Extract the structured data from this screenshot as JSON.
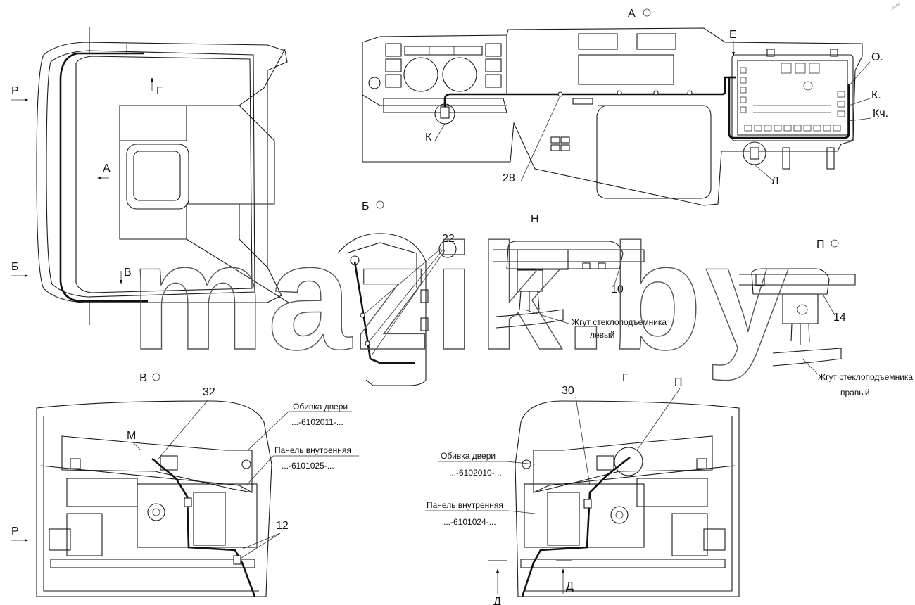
{
  "watermark": "mazik.by",
  "corner_mark": "M  Mid",
  "views": {
    "top": {
      "labels": {
        "p": "Р",
        "g": "Г",
        "a": "А",
        "b": "Б",
        "v": "В"
      }
    },
    "view_a": {
      "title": "А",
      "labels": {
        "e": "Е",
        "o": "О.",
        "k": "К",
        "k_dot": "К.",
        "kch": "Кч.",
        "l": "Л",
        "n28": "28"
      }
    },
    "view_b": {
      "title": "Б",
      "labels": {
        "n22": "22"
      }
    },
    "view_n": {
      "title": "Н",
      "labels": {
        "n10": "10",
        "harness1": "Жгут стеклоподъемника",
        "harness2": "левый"
      }
    },
    "view_p": {
      "title": "П",
      "labels": {
        "n14": "14",
        "harness1": "Жгут стеклоподъемника",
        "harness2": "правый"
      }
    },
    "view_v": {
      "title": "В",
      "labels": {
        "n32": "32",
        "m": "М",
        "n12": "12",
        "p": "Р",
        "trim1": "Обивка двери",
        "trim2": "...-6102011-...",
        "panel1": "Панель внутренняя",
        "panel2": "...-6101025-..."
      }
    },
    "view_g": {
      "title": "Г",
      "labels": {
        "n30": "30",
        "p": "П",
        "d1": "Д",
        "d2": "Д",
        "trim1": "Обивка двери",
        "trim2": "...-6102010-...",
        "panel1": "Панель внутренняя",
        "panel2": "...-6101024-..."
      }
    }
  }
}
